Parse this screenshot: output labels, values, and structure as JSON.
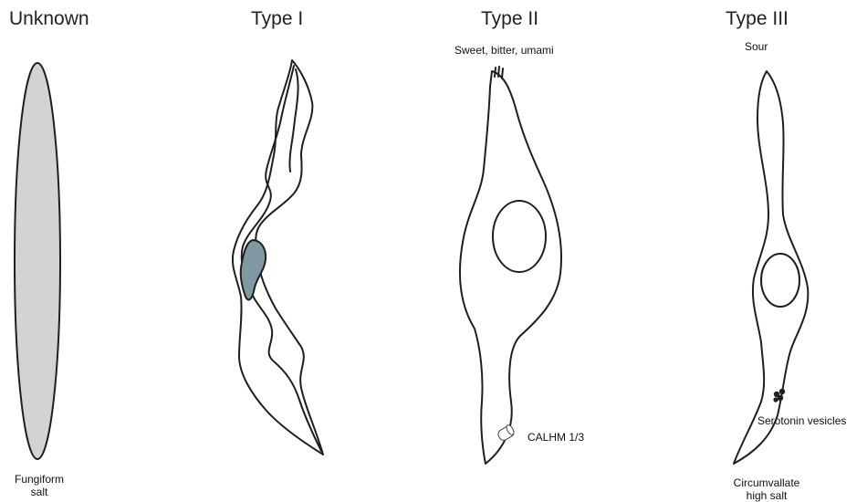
{
  "columns": [
    {
      "title": "Unknown",
      "bottom_label_line1": "Fungiform",
      "bottom_label_line2": "salt"
    },
    {
      "title": "Type I"
    },
    {
      "title": "Type II",
      "top_label": "Sweet, bitter, umami",
      "channel_label": "CALHM 1/3"
    },
    {
      "title": "Type III",
      "top_label": "Sour",
      "vesicle_label": "Serotonin vesicles",
      "bottom_label_line1": "Circumvallate",
      "bottom_label_line2": "high salt"
    }
  ],
  "colors": {
    "unknown_cell_fill": "#d3d3d3",
    "type1_nucleus_fill": "#7f98a2",
    "outline": "#1f1f1f"
  }
}
